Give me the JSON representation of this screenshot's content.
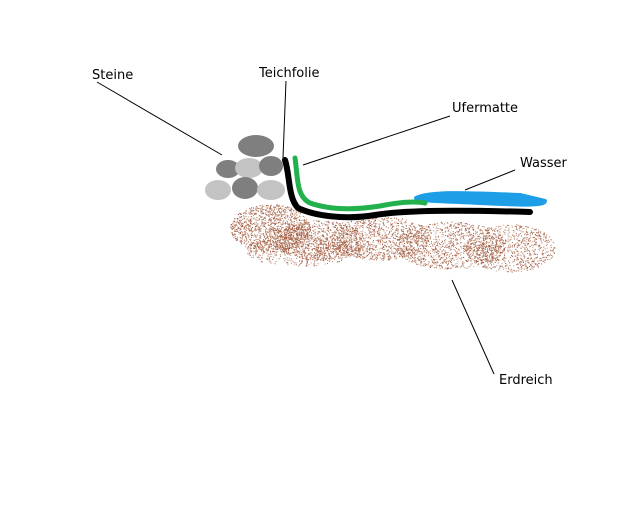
{
  "labels": {
    "steine": "Steine",
    "teichfolie": "Teichfolie",
    "ufermatte": "Ufermatte",
    "wasser": "Wasser",
    "erdreich": "Erdreich"
  },
  "colors": {
    "background": "#ffffff",
    "soil": "#a0583a",
    "liner": "#000000",
    "bank_mat": "#22b14c",
    "water": "#1e9ee6",
    "stone_dark": "#7f7f7f",
    "stone_light": "#c3c3c3",
    "leader": "#000000"
  }
}
